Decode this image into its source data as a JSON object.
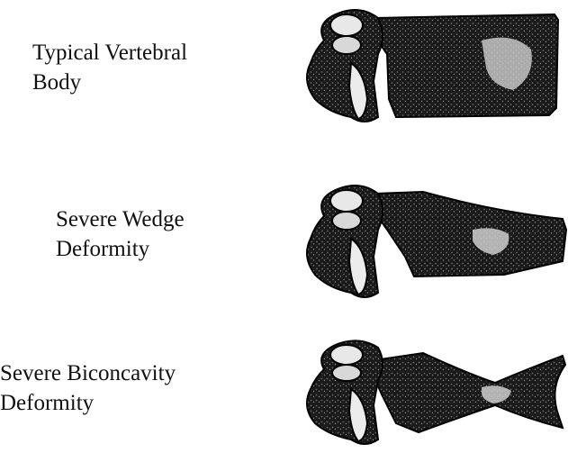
{
  "figure": {
    "panels": [
      {
        "id": "typical",
        "label_lines": [
          "Typical Vertebral",
          "Body"
        ]
      },
      {
        "id": "wedge",
        "label_lines": [
          "Severe Wedge",
          "Deformity"
        ]
      },
      {
        "id": "biconcavity",
        "label_lines": [
          "Severe Biconcavity",
          "Deformity"
        ]
      }
    ]
  }
}
